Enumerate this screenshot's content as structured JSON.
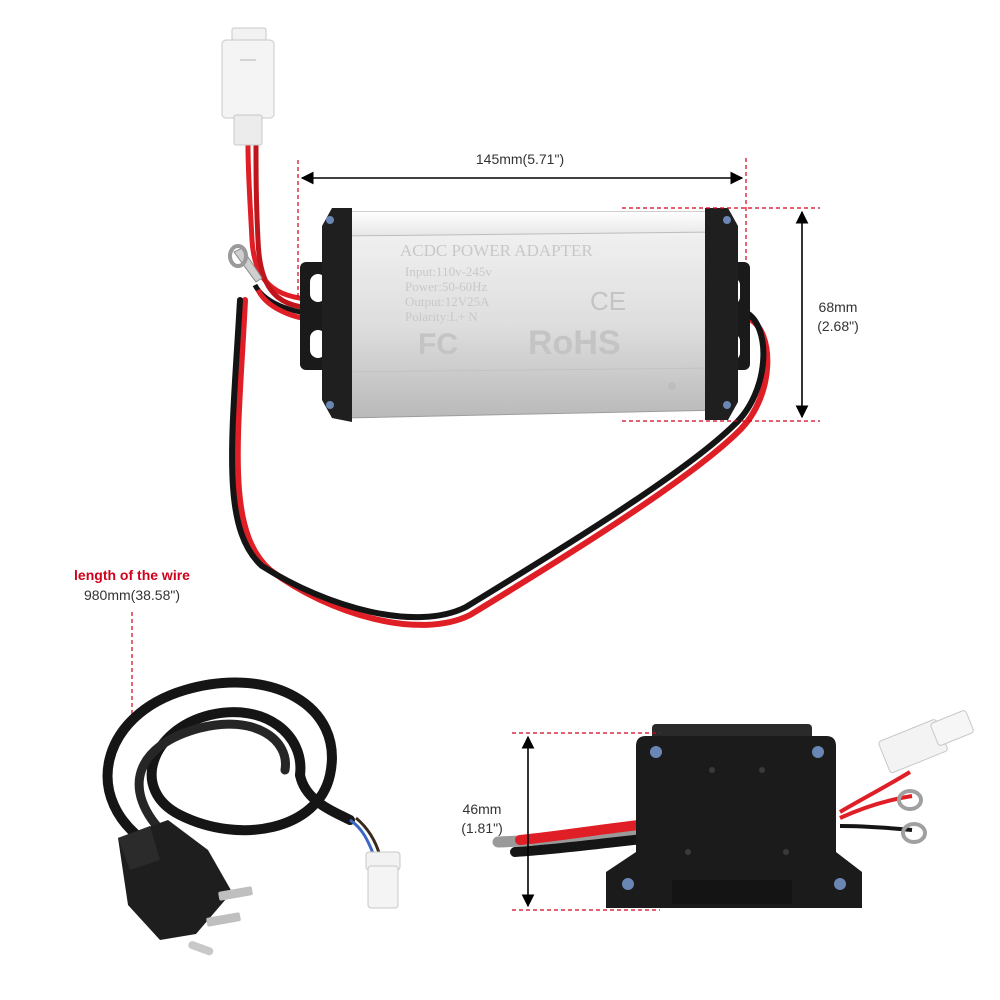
{
  "dimensions": {
    "length": "145mm(5.71\")",
    "height_mm": "68mm",
    "height_in": "(2.68\")",
    "wire_label": "length of the wire",
    "wire_length": "980mm(38.58\")",
    "depth_mm": "46mm",
    "depth_in": "(1.81\")"
  },
  "adapter_print": {
    "title": "ACDC POWER ADAPTER",
    "input": "Input:110v-245v",
    "power": "Power:50-60Hz",
    "output": "Output:12V25A",
    "polarity": "Polarity:L+ N",
    "mark_ce": "CE",
    "mark_fc": "FC",
    "mark_rohs": "RoHS"
  },
  "colors": {
    "dimension_line": "#d0021b",
    "wire_red": "#e01e25",
    "wire_black": "#141414",
    "housing": "#d9d9d9",
    "bracket": "#1a1a1a",
    "connector": "#f2f2f2",
    "label_text": "#333333"
  }
}
